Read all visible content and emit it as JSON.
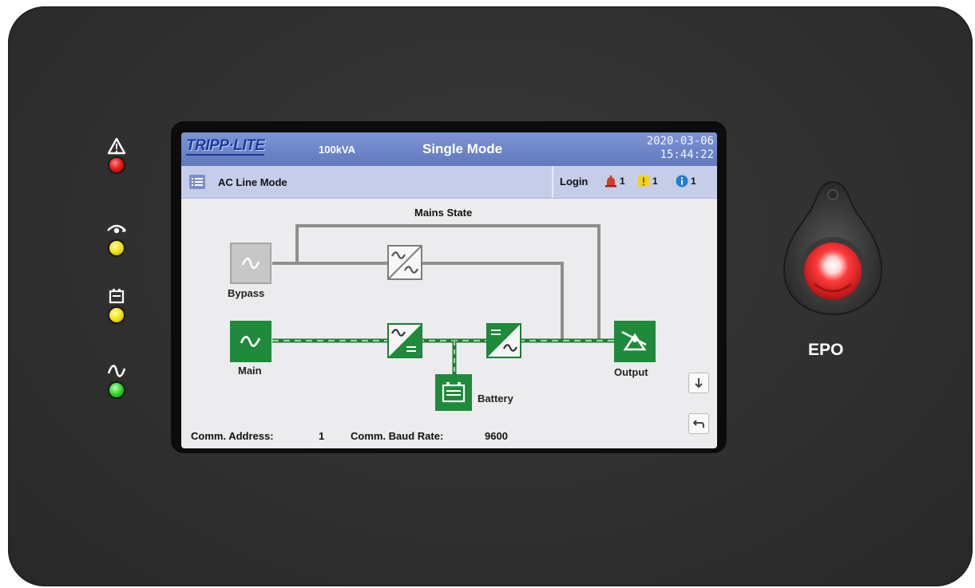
{
  "screen": {
    "brand": "TRIPP·LITE",
    "capacity": "100kVA",
    "mode": "Single  Mode",
    "date": "2020-03-06",
    "time": "15:44:22",
    "status": "AC Line Mode",
    "login": "Login",
    "alarms": {
      "critical_count": "1",
      "warning_count": "1",
      "info_count": "1"
    },
    "diagram": {
      "title": "Mains State",
      "bypass_label": "Bypass",
      "main_label": "Main",
      "battery_label": "Battery",
      "output_label": "Output"
    },
    "footer": {
      "comm_address_label": "Comm.  Address:",
      "comm_address_value": "1",
      "baud_rate_label": "Comm.  Baud Rate:",
      "baud_rate_value": "9600"
    }
  },
  "panel": {
    "epo_label": "EPO",
    "leds": [
      {
        "icon": "warning-icon",
        "color": "red"
      },
      {
        "icon": "bypass-icon",
        "color": "yellow"
      },
      {
        "icon": "battery-icon",
        "color": "yellow"
      },
      {
        "icon": "ac-sine-icon",
        "color": "green"
      }
    ]
  },
  "colors": {
    "active_green": "#1f8a3c",
    "inactive_gray": "#c8c8c8",
    "header_blue": "#6b82c6",
    "led_red": "#e81d1d",
    "led_yellow": "#f2e20c",
    "led_green": "#31d428"
  }
}
